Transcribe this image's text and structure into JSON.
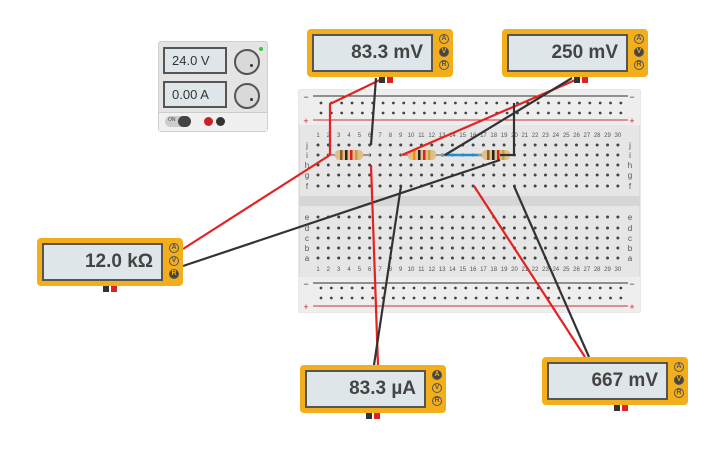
{
  "power_supply": {
    "voltage": "24.0 V",
    "current": "0.00 A",
    "power_label": "ON"
  },
  "meters": [
    {
      "value": "83.3 mV",
      "mode": "V",
      "modes": [
        "A",
        "V",
        "R"
      ]
    },
    {
      "value": "250 mV",
      "mode": "V",
      "modes": [
        "A",
        "V",
        "R"
      ]
    },
    {
      "value": "12.0 kΩ",
      "mode": "R",
      "modes": [
        "A",
        "V",
        "R"
      ]
    },
    {
      "value": "83.3 µA",
      "mode": "A",
      "modes": [
        "A",
        "V",
        "R"
      ]
    },
    {
      "value": "667 mV",
      "mode": "V",
      "modes": [
        "A",
        "V",
        "R"
      ]
    }
  ],
  "breadboard": {
    "rail_minus": "−",
    "rail_plus": "+",
    "top_rows": [
      "j",
      "i",
      "h",
      "g",
      "f"
    ],
    "bottom_rows": [
      "e",
      "d",
      "c",
      "b",
      "a"
    ],
    "columns": [
      "1",
      "2",
      "3",
      "4",
      "5",
      "6",
      "7",
      "8",
      "9",
      "10",
      "11",
      "12",
      "13",
      "14",
      "15",
      "16",
      "17",
      "18",
      "19",
      "20",
      "21",
      "22",
      "23",
      "24",
      "25",
      "26",
      "27",
      "28",
      "29",
      "30"
    ]
  },
  "colors": {
    "meter": "#f3ae1b",
    "wire_red": "#e32222",
    "wire_black": "#333333",
    "wire_blue": "#1f8fd0"
  }
}
